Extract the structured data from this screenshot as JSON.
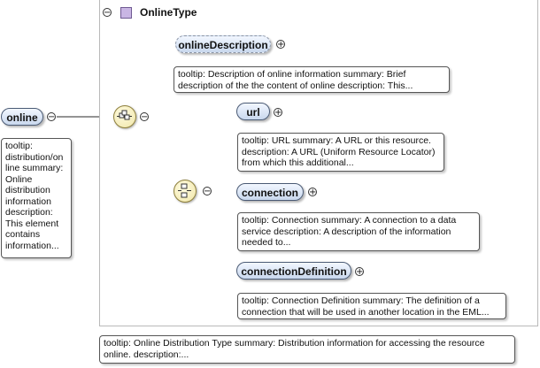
{
  "type_box": {
    "title": "OnlineType"
  },
  "root": {
    "label": "online",
    "tooltip": "tooltip: distribution/on line summary: Online distribution information description: This element contains information..."
  },
  "elements": {
    "onlineDescription": {
      "label": "onlineDescription",
      "tooltip": "tooltip: Description of online information summary: Brief description of the the content of online description: This..."
    },
    "url": {
      "label": "url",
      "tooltip": "tooltip: URL summary: A URL or this resource. description: A URL (Uniform Resource Locator) from which this additional..."
    },
    "connection": {
      "label": "connection",
      "tooltip": "tooltip: Connection summary: A connection to a data service description: A description of the information needed to..."
    },
    "connectionDefinition": {
      "label": "connectionDefinition",
      "tooltip": "tooltip: Connection Definition summary: The definition of a connection that will be used in another location in the EML..."
    }
  },
  "type_tooltip": "tooltip: Online Distribution Type summary: Distribution information for accessing the resource online. description:...",
  "icons": {
    "collapse": "collapse-minus-icon",
    "expand": "expand-plus-icon",
    "sequence": "sequence-compositor-icon",
    "choice": "choice-compositor-icon",
    "complex_type": "complex-type-icon"
  },
  "colors": {
    "element_border": "#4a5a74",
    "element_fill": "#c9d8ee",
    "compositor_fill": "#f0e6a8",
    "type_icon": "#a994c8"
  }
}
